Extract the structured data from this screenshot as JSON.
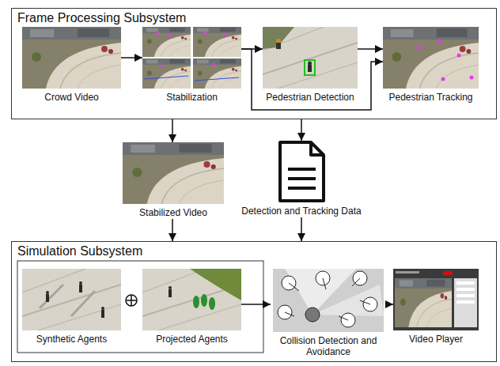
{
  "diagram": {
    "nodes": [
      {
        "text": [
          "Frame Processing Subsystem"
        ]
      },
      {
        "text": [
          "Crowd Video"
        ],
        "in": 0
      },
      {
        "text": [
          "Stabilization"
        ],
        "in": 0
      },
      {
        "text": [
          "Pedestrian Detection"
        ],
        "in": 0
      },
      {
        "text": [
          "Pedestrian Tracking"
        ],
        "in": 0
      },
      {
        "text": [
          "Stabilized Video"
        ]
      },
      {
        "text": [
          "Detection and Tracking Data"
        ]
      },
      {
        "text": [
          "Simulation Subsystem"
        ]
      },
      {
        "text": [
          "Synthetic Agents"
        ],
        "in": 7
      },
      {
        "text": [
          "Projected Agents"
        ],
        "in": 7
      },
      {
        "text": [
          "Collision Detection and Avoidance"
        ],
        "in": 7
      },
      {
        "text": [
          "Video Player"
        ],
        "in": 7
      }
    ],
    "edges": [
      {
        "from": 1,
        "to": 2,
        "arrow": "to"
      },
      {
        "from": 2,
        "to": 3,
        "arrow": "to"
      },
      {
        "from": 2,
        "to": 4,
        "arrow": "to"
      },
      {
        "from": 3,
        "to": 4,
        "arrow": "to"
      },
      {
        "from": 0,
        "to": 5,
        "arrow": "to"
      },
      {
        "from": 0,
        "to": 6,
        "arrow": "to"
      },
      {
        "from": 5,
        "to": 7,
        "arrow": "to"
      },
      {
        "from": 6,
        "to": 7,
        "arrow": "to"
      },
      {
        "from": 9,
        "to": 10,
        "arrow": "to"
      },
      {
        "from": 10,
        "to": 11,
        "arrow": "to"
      }
    ]
  }
}
